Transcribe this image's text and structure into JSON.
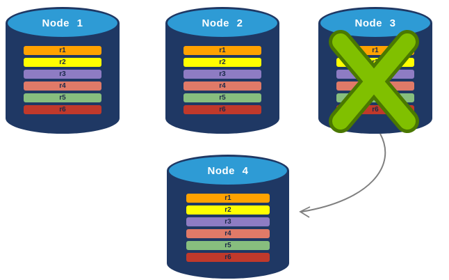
{
  "diagram": {
    "nodes": [
      {
        "label": "Node 1",
        "failed": false
      },
      {
        "label": "Node 2",
        "failed": false
      },
      {
        "label": "Node 3",
        "failed": true
      },
      {
        "label": "Node 4",
        "failed": false
      }
    ],
    "records": [
      {
        "label": "r1",
        "color": "#FFA200"
      },
      {
        "label": "r2",
        "color": "#FFFF00"
      },
      {
        "label": "r3",
        "color": "#8E7CC3"
      },
      {
        "label": "r4",
        "color": "#E07A68"
      },
      {
        "label": "r5",
        "color": "#87BE7E"
      },
      {
        "label": "r6",
        "color": "#C0392B"
      }
    ],
    "colors": {
      "cylinder_body": "#1F3864",
      "cylinder_top": "#2E9BD5",
      "node_label": "#FFFFFF",
      "record_label": "#1B2A4A",
      "failure_x_fill": "#80C000",
      "failure_x_outline": "#4A7800",
      "arrow": "#7F7F7F"
    }
  }
}
